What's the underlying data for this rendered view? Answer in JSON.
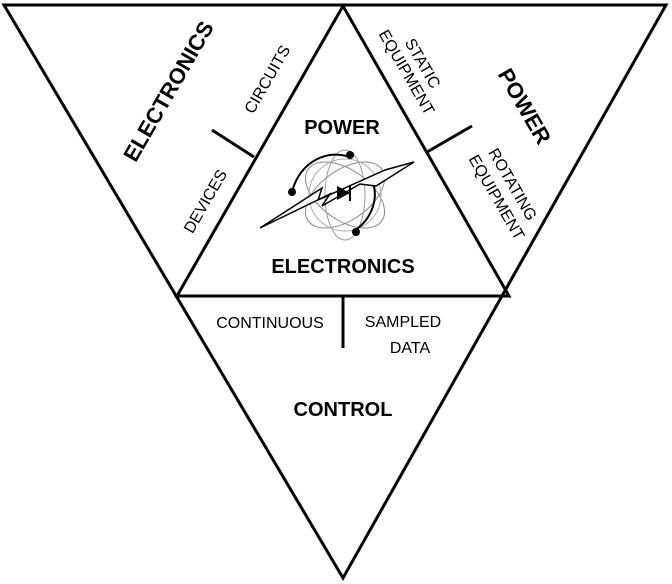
{
  "diagram": {
    "center": {
      "top": "POWER",
      "bottom": "ELECTRONICS"
    },
    "left_sector": {
      "title": "ELECTRONICS",
      "items": [
        "CIRCUITS",
        "DEVICES"
      ]
    },
    "right_sector": {
      "title": "POWER",
      "static": [
        "STATIC",
        "EQUIPMENT"
      ],
      "rotating": [
        "ROTATING",
        "EQUIPMENT"
      ]
    },
    "bottom_sector": {
      "title": "CONTROL",
      "left_item": "CONTINUOUS",
      "right_item": [
        "SAMPLED",
        "DATA"
      ]
    },
    "icon": "power-electronics-emblem-icon",
    "colors": {
      "line": "#000000",
      "background": "#ffffff"
    }
  }
}
